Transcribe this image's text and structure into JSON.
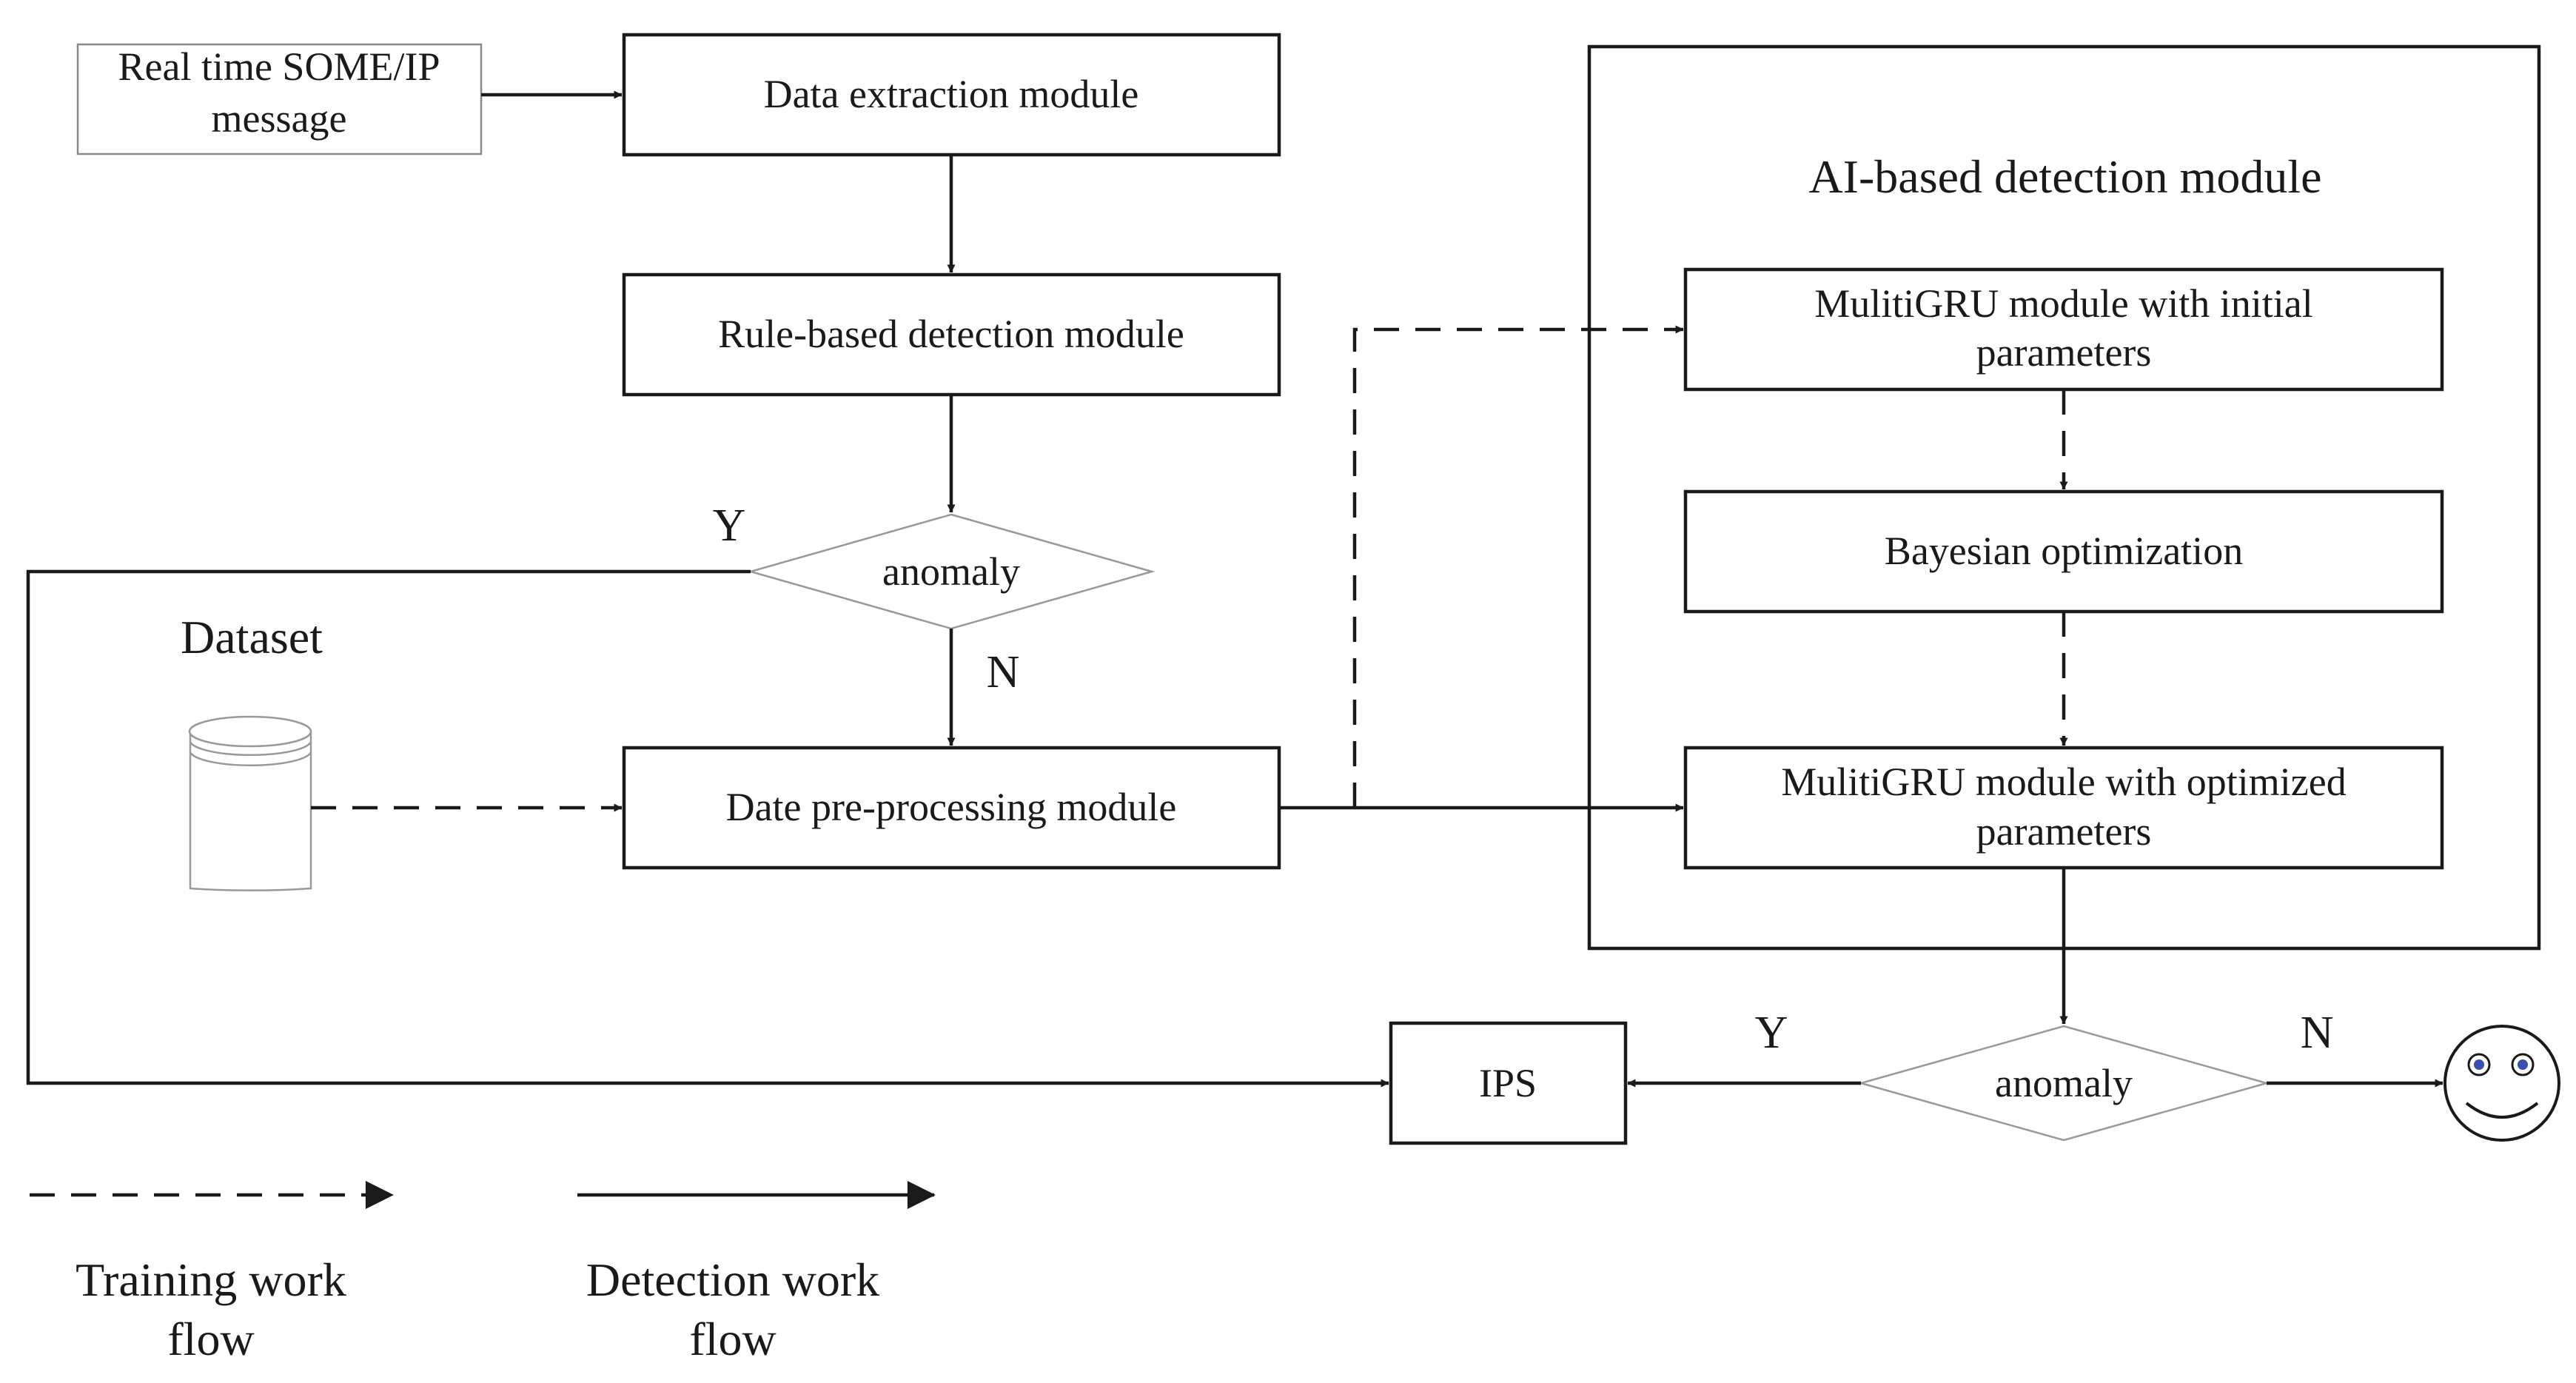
{
  "nodes": {
    "realtime": {
      "line1": "Real time SOME/IP",
      "line2": "message"
    },
    "extraction": "Data extraction module",
    "rule": "Rule-based detection module",
    "anomaly1": "anomaly",
    "dataset": "Dataset",
    "preprocess": "Date pre-processing module",
    "ai_title": "AI-based detection module",
    "gru_init": {
      "line1": "MulitiGRU module with initial",
      "line2": "parameters"
    },
    "bayes": "Bayesian optimization",
    "gru_opt": {
      "line1": "MulitiGRU module with  optimized",
      "line2": "parameters"
    },
    "anomaly2": "anomaly",
    "ips": "IPS"
  },
  "branches": {
    "y1": "Y",
    "n1": "N",
    "y2": "Y",
    "n2": "N"
  },
  "legend": {
    "training": {
      "line1": "Training work",
      "line2": "flow"
    },
    "detection": {
      "line1": "Detection work",
      "line2": "flow"
    }
  },
  "colors": {
    "stroke": "#1a1a1a",
    "light_stroke": "#999999",
    "smiley_eyes": "#3a4fb0"
  },
  "icons": {
    "database": "database-cylinder-icon",
    "result": "smiley-face-icon"
  }
}
